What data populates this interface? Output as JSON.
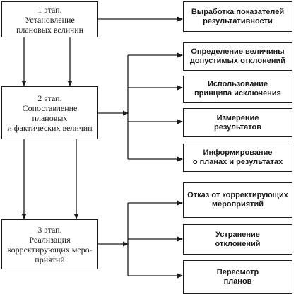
{
  "stages": [
    {
      "lines": [
        "1 этап.",
        "Установление",
        "плановых величин"
      ]
    },
    {
      "lines": [
        "2 этап.",
        "Сопоставление",
        "плановых",
        "и фактических величин"
      ]
    },
    {
      "lines": [
        "3 этап.",
        "Реализация",
        "корректирующих меро-",
        "приятий"
      ]
    }
  ],
  "results": [
    {
      "lines": [
        "Выработка показателей",
        "результативности"
      ]
    },
    {
      "lines": [
        "Определение величины",
        "допустимых отклонений"
      ]
    },
    {
      "lines": [
        "Использование",
        "принципа исключения"
      ]
    },
    {
      "lines": [
        "Измерение",
        "результатов"
      ]
    },
    {
      "lines": [
        "Информирование",
        "о планах и результатах"
      ]
    },
    {
      "lines": [
        "Отказ от корректирующих",
        "мероприятий"
      ]
    },
    {
      "lines": [
        "Устранение",
        "отклонений"
      ]
    },
    {
      "lines": [
        "Пересмотр",
        "планов"
      ]
    }
  ]
}
